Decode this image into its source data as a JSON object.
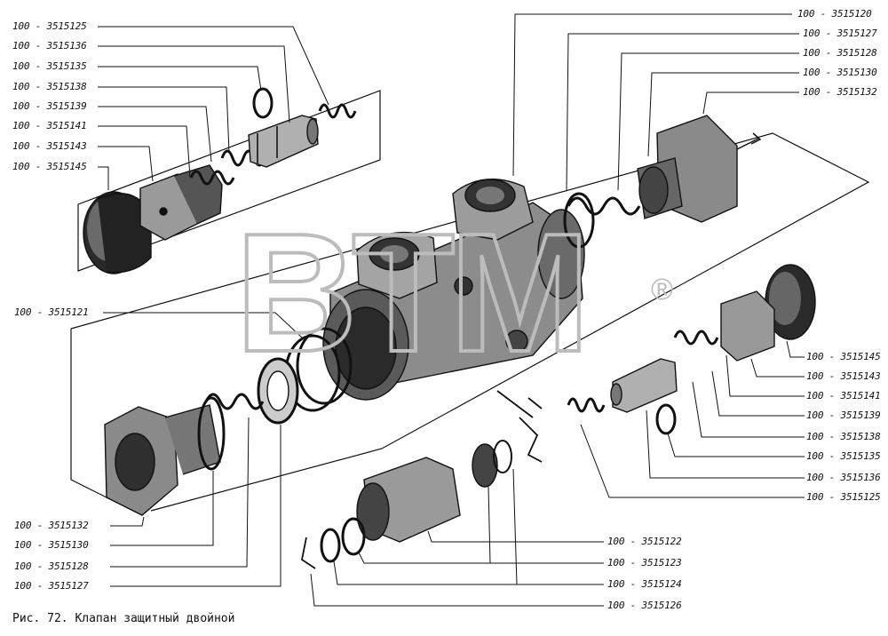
{
  "caption": "Рис. 72. Клапан защитный двойной",
  "watermark": {
    "text": "BTM",
    "registered": "®"
  },
  "left_labels": [
    "100 - 3515125",
    "100 - 3515136",
    "100 - 3515135",
    "100 - 3515138",
    "100 - 3515139",
    "100 - 3515141",
    "100 - 3515143",
    "100 - 3515145"
  ],
  "top_right_labels": [
    "100 - 3515120",
    "100 - 3515127",
    "100 - 3515128",
    "100 - 3515130",
    "100 - 3515132"
  ],
  "left_mid_label": "100 - 3515121",
  "right_labels": [
    "100 - 3515145",
    "100 - 3515143",
    "100 - 3515141",
    "100 - 3515139",
    "100 - 3515138",
    "100 - 3515135",
    "100 - 3515136",
    "100 - 3515125"
  ],
  "bottom_left_labels": [
    "100 - 3515132",
    "100 - 3515130",
    "100 - 3515128",
    "100 - 3515127"
  ],
  "bottom_center_labels": [
    "100 - 3515122",
    "100 - 3515123",
    "100 - 3515124",
    "100 - 3515126"
  ],
  "colors": {
    "ink": "#111111",
    "watermark": "#bcbcbc"
  }
}
